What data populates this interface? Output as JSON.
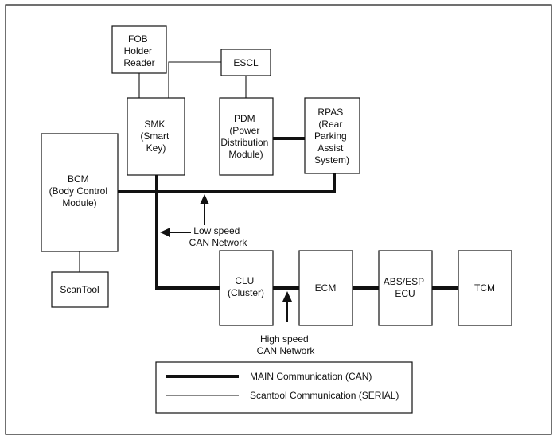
{
  "nodes": {
    "fob": [
      "FOB",
      "Holder",
      "Reader"
    ],
    "escl": [
      "ESCL"
    ],
    "smk": [
      "SMK",
      "(Smart",
      "Key)"
    ],
    "pdm": [
      "PDM",
      "(Power",
      "Distribution",
      "Module)"
    ],
    "rpas": [
      "RPAS",
      "(Rear",
      "Parking",
      "Assist",
      "System)"
    ],
    "bcm": [
      "BCM",
      "(Body Control",
      "Module)"
    ],
    "scantool": [
      "ScanTool"
    ],
    "clu": [
      "CLU",
      "(Cluster)"
    ],
    "ecm": [
      "ECM"
    ],
    "abs": [
      "ABS/ESP",
      "ECU"
    ],
    "tcm": [
      "TCM"
    ]
  },
  "labels": {
    "low_speed": [
      "Low speed",
      "CAN Network"
    ],
    "high_speed": [
      "High speed",
      "CAN Network"
    ]
  },
  "legend": {
    "main": "MAIN Communication (CAN)",
    "scantool": "Scantool Communication (SERIAL)"
  }
}
